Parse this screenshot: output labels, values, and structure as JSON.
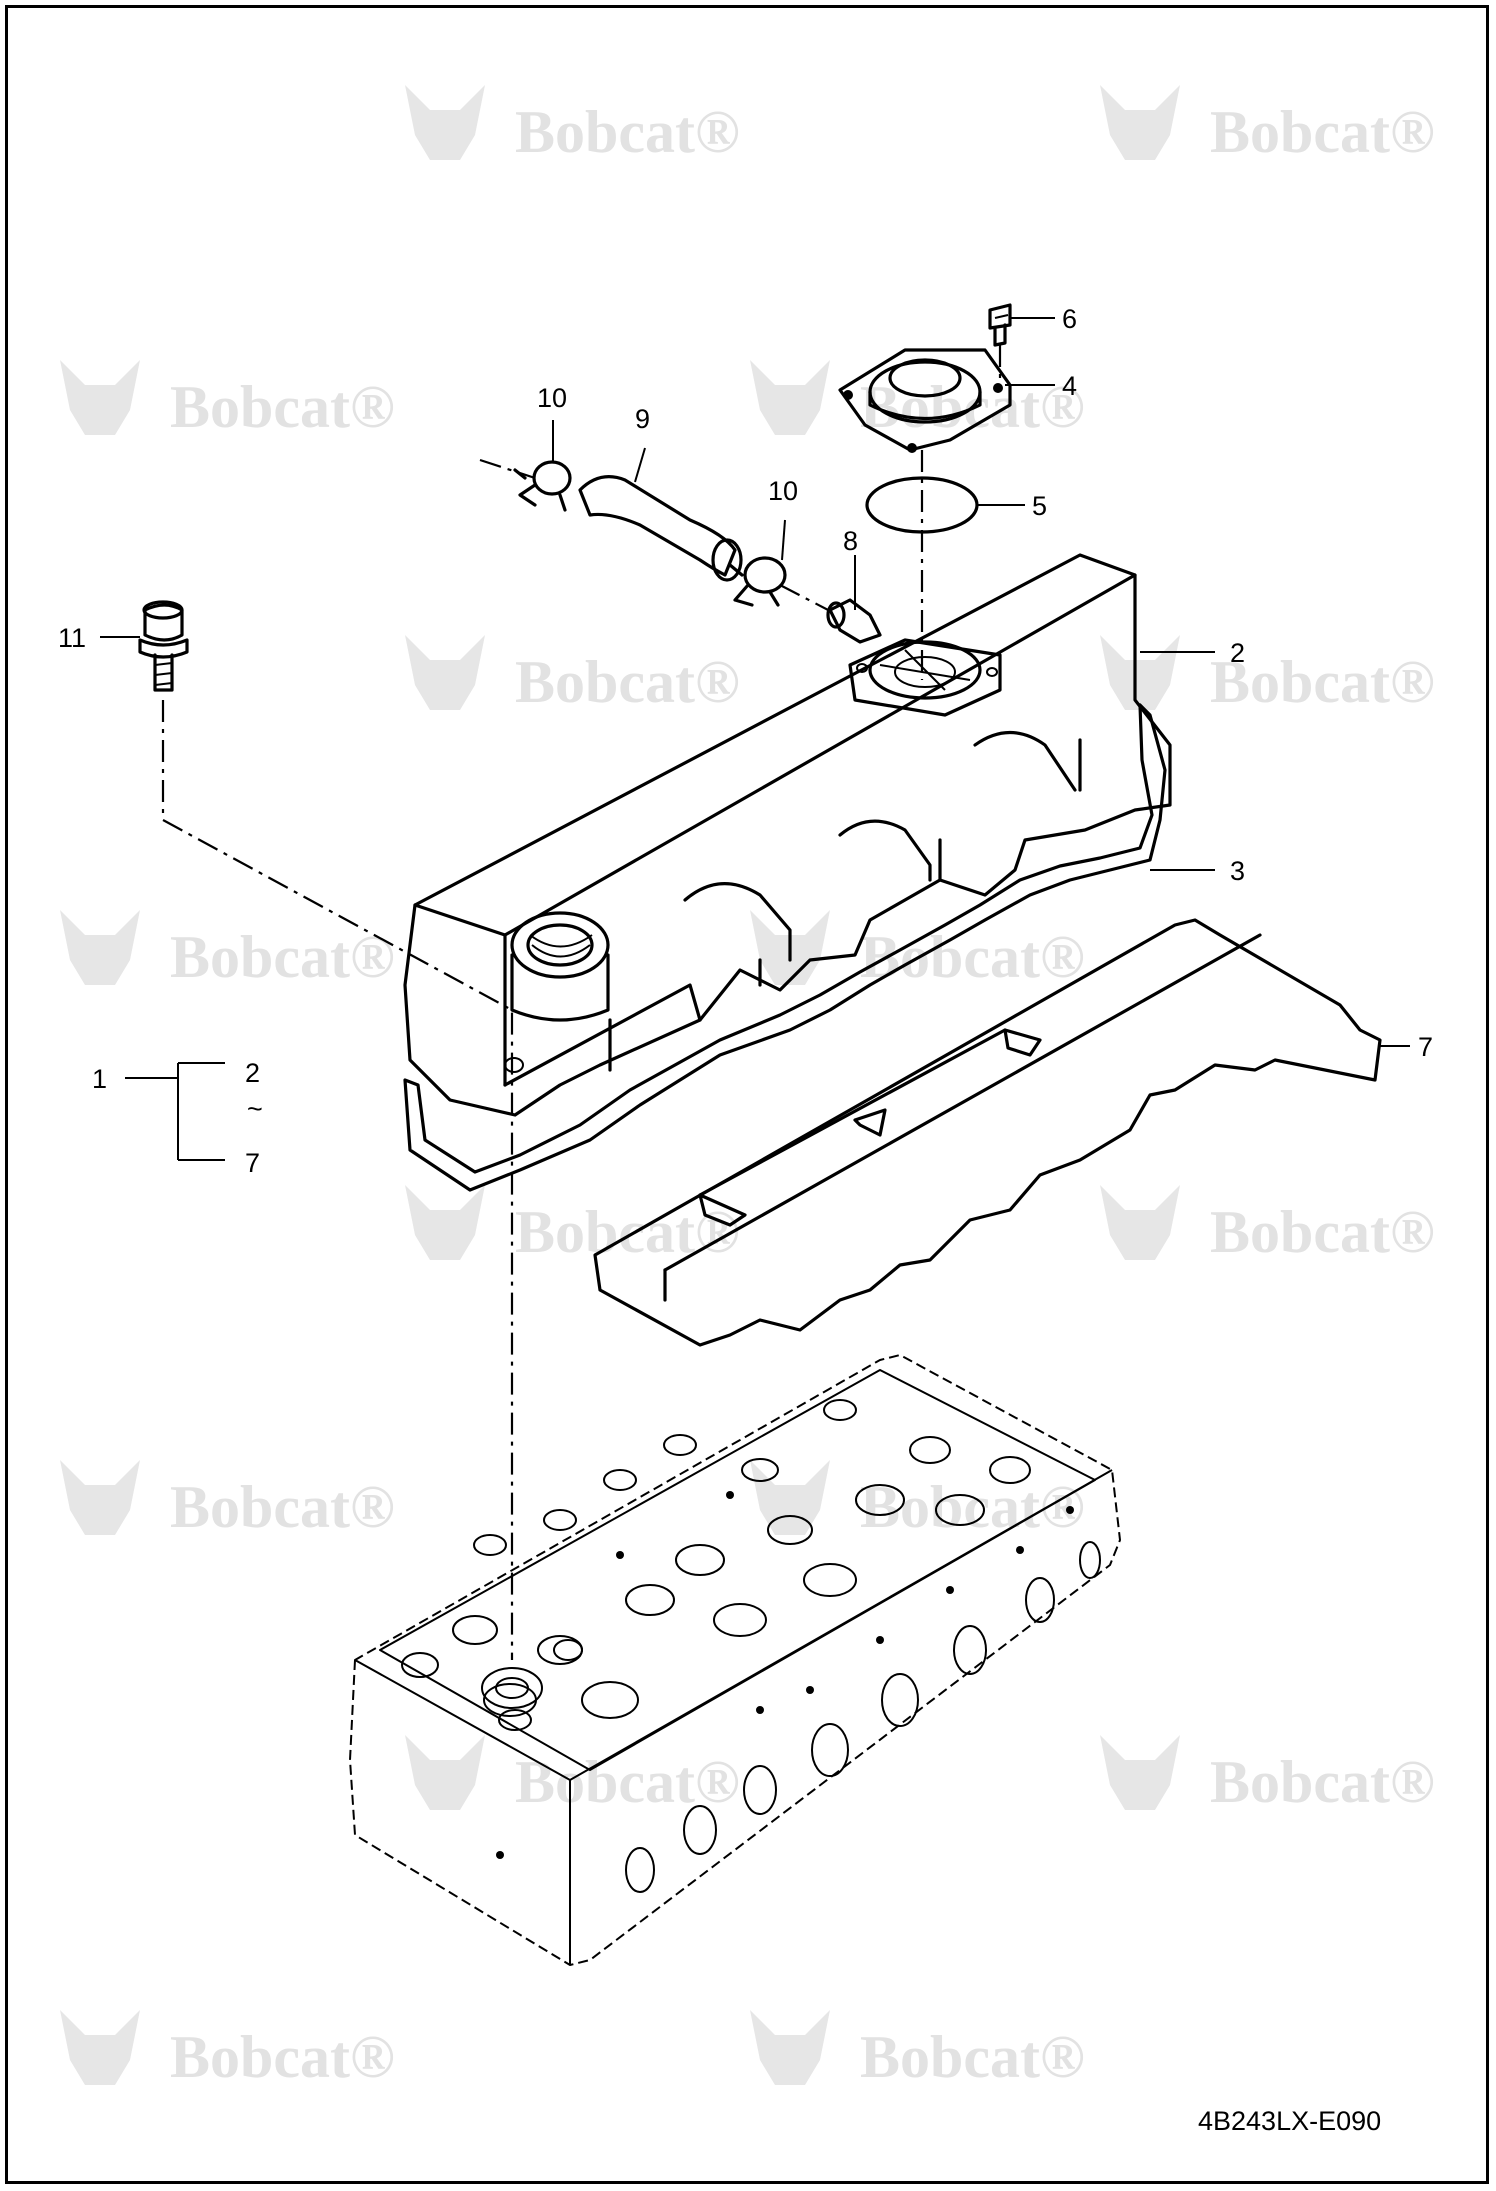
{
  "watermark": {
    "brand": "Bobcat",
    "mark": "®"
  },
  "drawing_number": "4B243LX-E090",
  "callouts": [
    {
      "id": "c1",
      "label": "1"
    },
    {
      "id": "c2",
      "label": "2"
    },
    {
      "id": "c3",
      "label": "3"
    },
    {
      "id": "c4",
      "label": "4"
    },
    {
      "id": "c5",
      "label": "5"
    },
    {
      "id": "c6",
      "label": "6"
    },
    {
      "id": "c7",
      "label": "7"
    },
    {
      "id": "c8",
      "label": "8"
    },
    {
      "id": "c9",
      "label": "9"
    },
    {
      "id": "c10a",
      "label": "10"
    },
    {
      "id": "c10b",
      "label": "10"
    },
    {
      "id": "c11",
      "label": "11"
    }
  ],
  "assembly_bracket": {
    "top": "2",
    "range": "~",
    "bottom": "7"
  }
}
